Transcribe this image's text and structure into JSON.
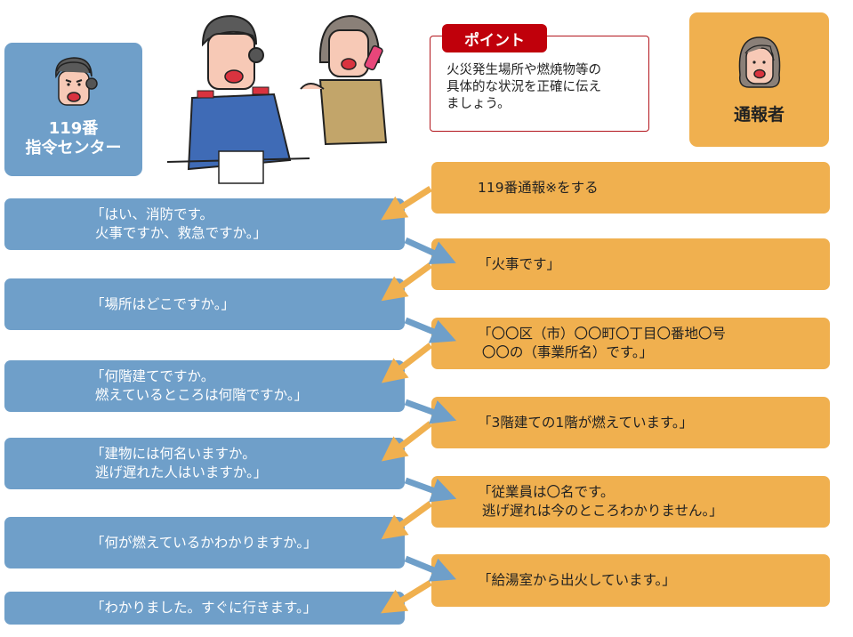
{
  "roles": {
    "dispatcher": {
      "label_line1": "119番",
      "label_line2": "指令センター",
      "icon": "dispatcher-face-icon",
      "color": "#6f9fc9"
    },
    "caller": {
      "label": "通報者",
      "icon": "caller-face-icon",
      "color": "#f0b04f"
    }
  },
  "point": {
    "tag": "ポイント",
    "text_line1": "火災発生場所や燃焼物等の",
    "text_line2": "具体的な状況を正確に伝え",
    "text_line3": "ましょう。",
    "color": "#c0000b"
  },
  "illustration": {
    "description": "dispatcher-with-headset-and-caller-on-phone"
  },
  "caller_lines": [
    {
      "text": "119番通報※をする"
    },
    {
      "text": "「火事です」"
    },
    {
      "text": "「〇〇区（市）〇〇町〇丁目〇番地〇号\n 〇〇の（事業所名）です。」"
    },
    {
      "text": "「3階建ての1階が燃えています。」"
    },
    {
      "text": "「従業員は〇名です。\n 逃げ遅れは今のところわかりません。」"
    },
    {
      "text": "「給湯室から出火しています。」"
    }
  ],
  "dispatcher_lines": [
    {
      "text": "「はい、消防です。\n 火事ですか、救急ですか。」"
    },
    {
      "text": "「場所はどこですか。」"
    },
    {
      "text": "「何階建てですか。\n 燃えているところは何階ですか。」"
    },
    {
      "text": "「建物には何名いますか。\n 逃げ遅れた人はいますか。」"
    },
    {
      "text": "「何が燃えているかわかりますか。」"
    },
    {
      "text": "「わかりました。すぐに行きます。」"
    }
  ],
  "colors": {
    "blue": "#6f9fc9",
    "orange": "#f0b04f",
    "red": "#c0000b"
  }
}
